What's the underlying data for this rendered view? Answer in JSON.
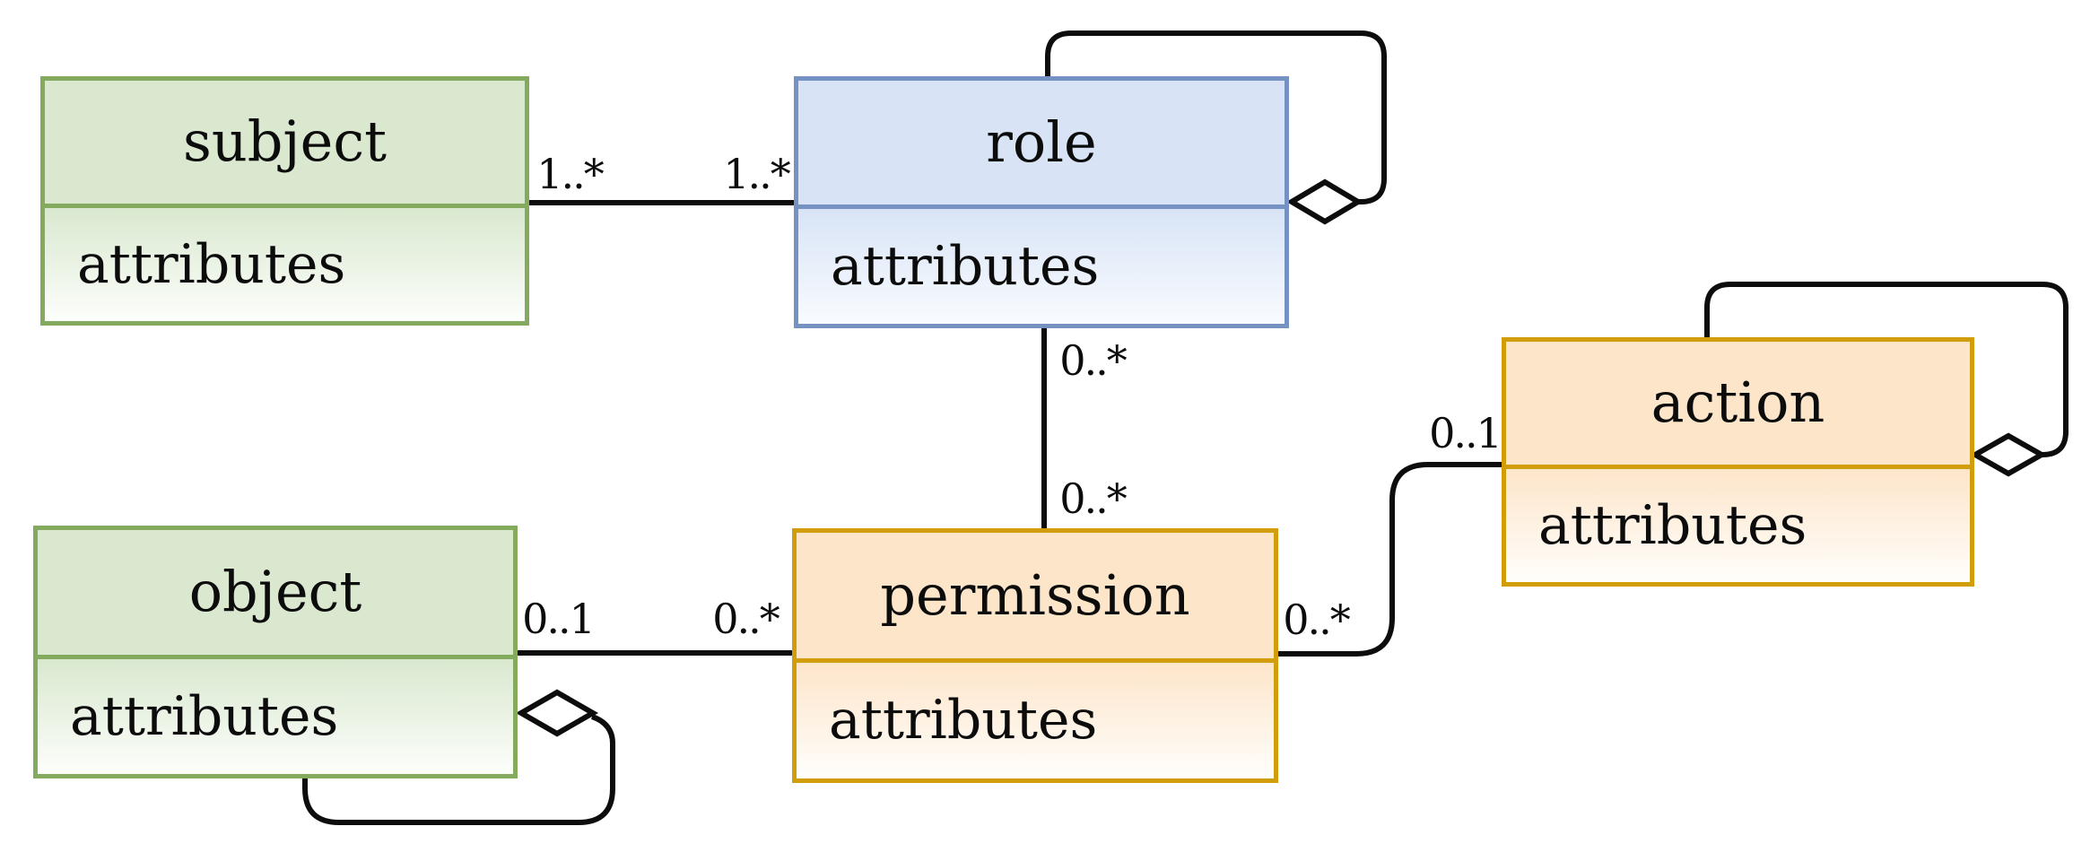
{
  "diagram": {
    "type": "uml-entity-relationship",
    "entities": [
      {
        "id": "subject",
        "title": "subject",
        "attributes_label": "attributes",
        "color": "green"
      },
      {
        "id": "role",
        "title": "role",
        "attributes_label": "attributes",
        "color": "blue"
      },
      {
        "id": "object",
        "title": "object",
        "attributes_label": "attributes",
        "color": "green"
      },
      {
        "id": "permission",
        "title": "permission",
        "attributes_label": "attributes",
        "color": "orange"
      },
      {
        "id": "action",
        "title": "action",
        "attributes_label": "attributes",
        "color": "orange"
      }
    ],
    "relations": [
      {
        "id": "subject-role",
        "from": "subject",
        "to": "role",
        "from_mult": "1..*",
        "to_mult": "1..*",
        "kind": "association"
      },
      {
        "id": "role-permission",
        "from": "role",
        "to": "permission",
        "from_mult": "0..*",
        "to_mult": "0..*",
        "kind": "association"
      },
      {
        "id": "object-permission",
        "from": "object",
        "to": "permission",
        "from_mult": "0..1",
        "to_mult": "0..*",
        "kind": "association"
      },
      {
        "id": "permission-action",
        "from": "permission",
        "to": "action",
        "from_mult": "0..*",
        "to_mult": "0..1",
        "kind": "association"
      },
      {
        "id": "role-self",
        "from": "role",
        "to": "role",
        "kind": "self-aggregation"
      },
      {
        "id": "action-self",
        "from": "action",
        "to": "action",
        "kind": "self-aggregation"
      },
      {
        "id": "object-self",
        "from": "object",
        "to": "object",
        "kind": "self-aggregation"
      }
    ],
    "colors": {
      "background": "#ffffff",
      "line": "#0d0d0d",
      "green_border": "#83aa5d",
      "green_fill": "#d9e8cf",
      "blue_border": "#7592c3",
      "blue_fill": "#d8e4f6",
      "orange_border": "#d29d0a",
      "orange_fill": "#fde5ca"
    }
  }
}
